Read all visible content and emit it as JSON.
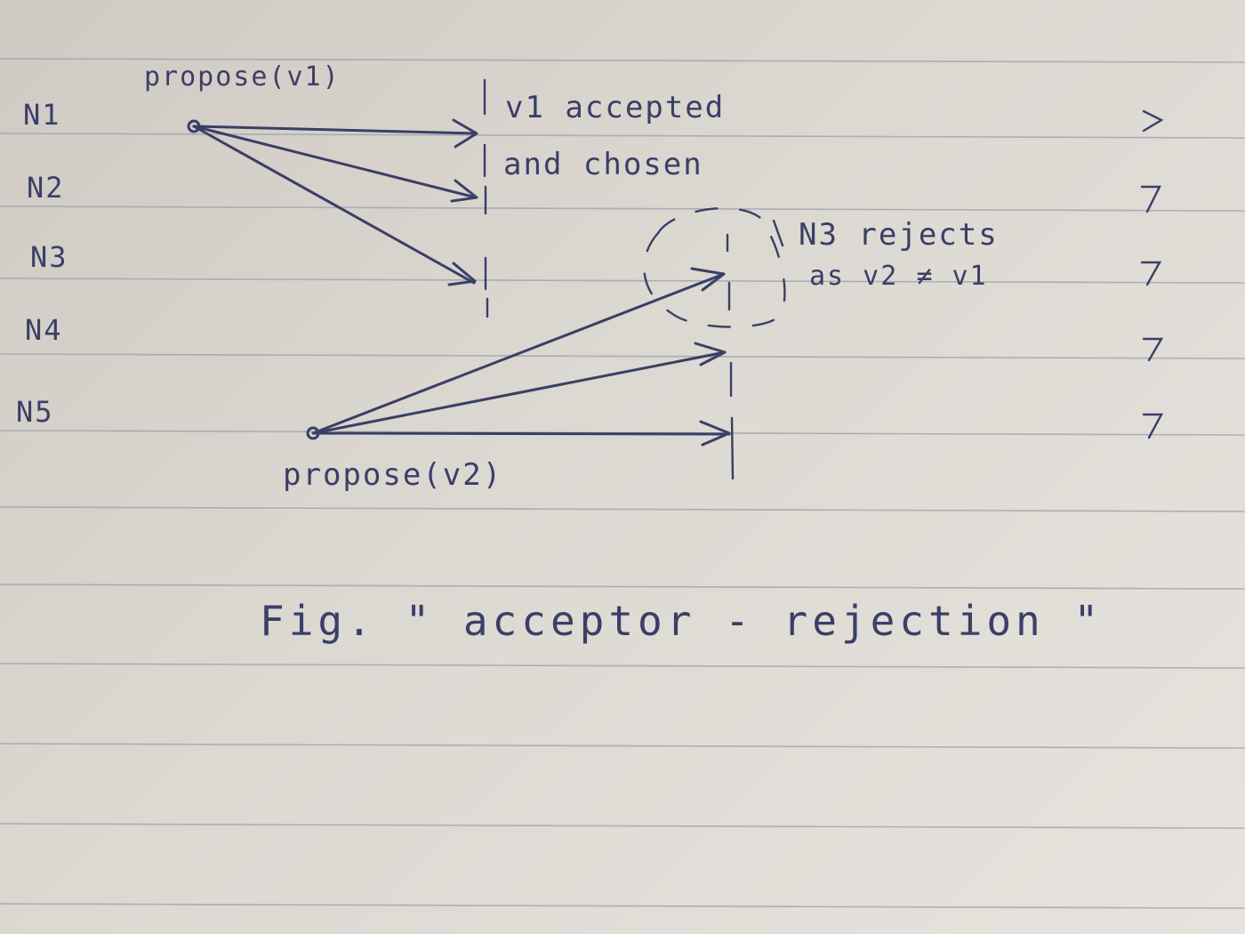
{
  "nodes": [
    "N1",
    "N2",
    "N3",
    "N4",
    "N5"
  ],
  "proposals": [
    {
      "label": "propose(v1)",
      "from": "N1",
      "to": [
        "N1",
        "N2",
        "N3"
      ]
    },
    {
      "label": "propose(v2)",
      "from": "N5",
      "to": [
        "N3",
        "N4",
        "N5"
      ]
    }
  ],
  "annotations": {
    "accepted_line1": "v1 accepted",
    "accepted_line2": "and chosen",
    "reject_line1": "N3 rejects",
    "reject_line2": "as v2 ≠ v1"
  },
  "caption": "Fig. \" acceptor - rejection \"",
  "colors": {
    "ink": "#3a3f66",
    "paper": "#dcd8d2",
    "rule": "#9aa0ad"
  }
}
